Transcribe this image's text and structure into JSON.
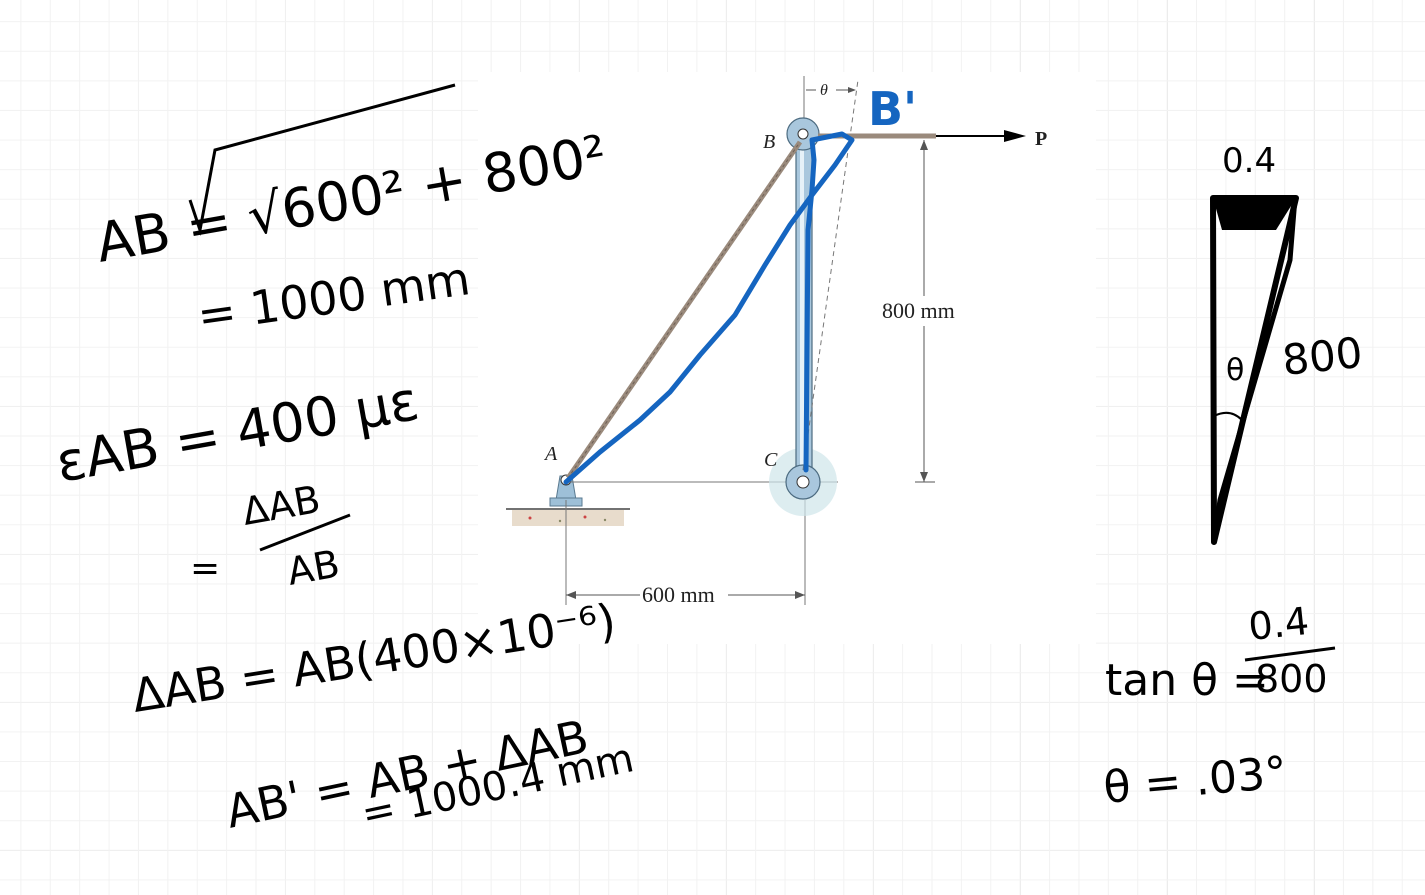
{
  "figure": {
    "labels": {
      "a": "A",
      "b": "B",
      "c": "C",
      "b_prime": "B'",
      "theta": "θ",
      "force": "P",
      "dim_vertical": "800 mm",
      "dim_horizontal": "600 mm"
    }
  },
  "notes_left": {
    "line1": "AB = √600² + 800²",
    "line2": "= 1000 mm",
    "line3": "εAB = 400 με",
    "line4_numerator": "ΔAB",
    "line4_denominator": "AB",
    "line5": "ΔAB = AB(400×10⁻⁶)",
    "line6": "AB' = AB + ΔAB",
    "line7": "= 1000.4 mm"
  },
  "notes_right": {
    "triangle_top": "0.4",
    "triangle_side": "800",
    "triangle_angle": "θ",
    "tan_lhs": "tan θ =",
    "tan_numerator": "0.4",
    "tan_denominator": "800",
    "theta_result": "θ = .03°"
  },
  "colors": {
    "ink": "#000000",
    "blue_ink": "#1565c0",
    "cable": "#9a8a7c",
    "post": "#a9c7dd"
  }
}
